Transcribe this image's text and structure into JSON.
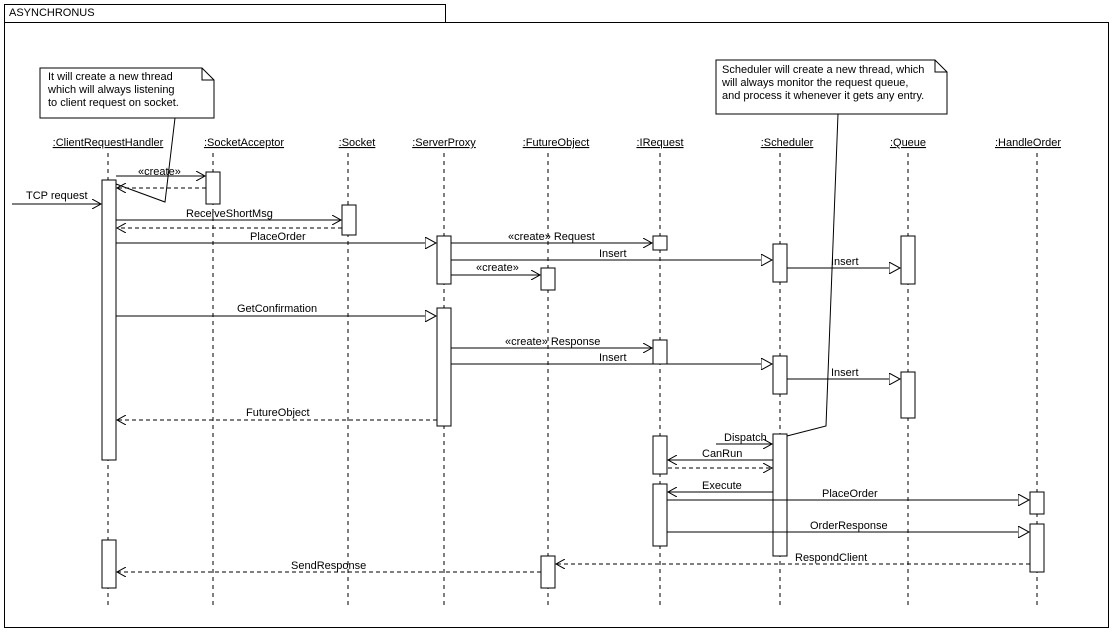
{
  "frame": {
    "title": "ASYNCHRONUS"
  },
  "lifelines": [
    ":ClientRequestHandler",
    ":SocketAcceptor",
    ":Socket",
    ":ServerProxy",
    ":FutureObject",
    ":IRequest",
    ":Scheduler",
    ":Queue",
    ":HandleOrder"
  ],
  "notes": {
    "thread_note": "It will create a new thread\nwhich will always listening\nto client request on socket.",
    "scheduler_note": "Scheduler will create a new thread, which\nwill always monitor the request queue,\nand process it whenever it gets any entry."
  },
  "messages": {
    "tcp_request": "TCP request",
    "create_acceptor": "«create»",
    "receive_short_msg": "ReceiveShortMsg",
    "place_order": "PlaceOrder",
    "create_request": "«create» Request",
    "insert_1": "Insert",
    "create_future": "«create»",
    "insert_queue_1": "Insert",
    "get_confirmation": "GetConfirmation",
    "create_response": "«create» Response",
    "insert_2": "Insert",
    "insert_queue_2": "Insert",
    "future_object": "FutureObject",
    "dispatch": "Dispatch",
    "can_run": "CanRun",
    "execute": "Execute",
    "place_order_2": "PlaceOrder",
    "order_response": "OrderResponse",
    "respond_client": "RespondClient",
    "send_response": "SendResponse"
  }
}
